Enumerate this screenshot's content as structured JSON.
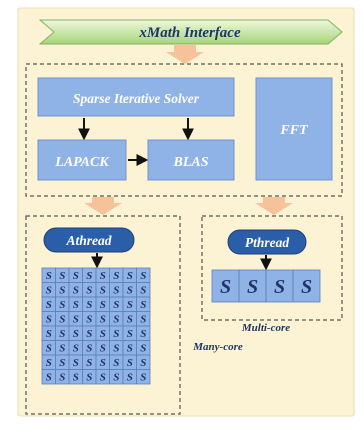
{
  "colors": {
    "panel_bg": "#fbf3d4",
    "banner_green_light": "#e9f6cf",
    "banner_green_dark": "#9ccf6a",
    "box_blue": "#8fb3e6",
    "box_text_white": "#ffffff",
    "box_text_dark": "#1f3566",
    "pill_fill": "#2b5ea8",
    "arrow_orange": "#f5c299",
    "dash": "#555555",
    "black": "#111111"
  },
  "diagram": {
    "interface_banner": "xMath Interface",
    "solver_box": "Sparse Iterative Solver",
    "lapack_box": "LAPACK",
    "blas_box": "BLAS",
    "fft_box": "FFT",
    "athread_label": "Athread",
    "pthread_label": "Pthread",
    "manycore_label": "Many-core",
    "multicore_label": "Multi-core",
    "thread_glyph": "S"
  }
}
